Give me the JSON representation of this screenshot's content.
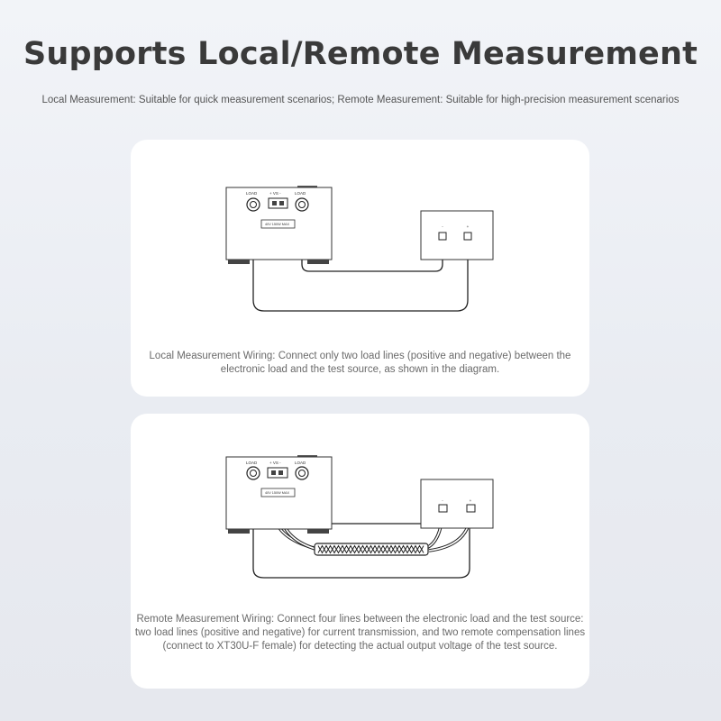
{
  "header": {
    "title": "Supports Local/Remote Measurement",
    "subtitle": "Local Measurement: Suitable for quick measurement scenarios; Remote Measurement: Suitable for high-precision measurement scenarios"
  },
  "local_card": {
    "device": {
      "load_left": "LOAD",
      "vs_label": "+ VS -",
      "load_right": "LOAD",
      "rating": "40V 150W MAX"
    },
    "source": {
      "minus": "-",
      "plus": "+"
    },
    "caption": "Local Measurement Wiring: Connect only two load lines (positive and negative) between the electronic load and the test source, as shown in the diagram."
  },
  "remote_card": {
    "device": {
      "load_left": "LOAD",
      "vs_label": "+ VS -",
      "load_right": "LOAD",
      "rating": "40V 150W MAX"
    },
    "source": {
      "minus": "-",
      "plus": "+"
    },
    "caption": "Remote Measurement Wiring: Connect four lines between the electronic load and the test source: two load lines (positive and negative) for current transmission, and two remote compensation lines (connect to XT30U-F female) for detecting the actual output voltage of the test source."
  }
}
